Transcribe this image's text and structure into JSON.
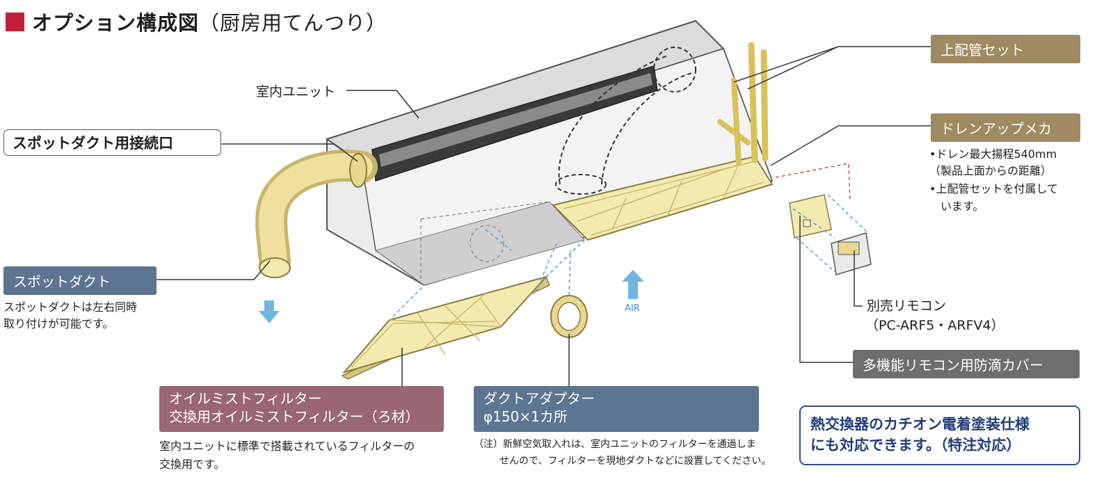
{
  "title": {
    "main": "オプション構成図",
    "sub": "（厨房用てんつり）"
  },
  "labels": {
    "indoor_unit": "室内ユニット",
    "spot_duct_connection": "スポットダクト用接続口",
    "air": "AIR"
  },
  "spot_duct": {
    "tag": "スポットダクト",
    "note_line1": "スポットダクトは左右同時",
    "note_line2": "取り付けが可能です。"
  },
  "upper_piping": {
    "tag": "上配管セット"
  },
  "drain_up": {
    "tag": "ドレンアップメカ",
    "note_line1": "•ドレン最大揚程540mm",
    "note_line2": "（製品上面からの距離）",
    "note_line3": "•上配管セットを付属して",
    "note_line4": "います。"
  },
  "remote": {
    "label_line1": "別売リモコン",
    "label_line2": "（PC-ARF5・ARFV4）",
    "cover_tag": "多機能リモコン用防滴カバー"
  },
  "oil_filter": {
    "tag_line1": "オイルミストフィルター",
    "tag_line2": "交換用オイルミストフィルター（ろ材）",
    "note_line1": "室内ユニットに標準で搭載されているフィルターの",
    "note_line2": "交換用です。"
  },
  "duct_adapter": {
    "tag_line1": "ダクトアダプター",
    "tag_line2": "φ150×1カ所",
    "note_line1": "（注）新鮮空気取入れは、室内ユニットのフィルターを通過しま",
    "note_line2": "せんので、フィルターを現地ダクトなどに設置してください。"
  },
  "special": {
    "line1": "熱交換器のカチオン電着塗装仕様",
    "line2": "にも対応できます。（特注対応）"
  },
  "colors": {
    "title_mark": "#c01f3a",
    "tag_brown": "#a08a61",
    "tag_slate": "#5c7590",
    "tag_gray": "#6e6e6e",
    "tag_mauve": "#9a6672",
    "filter_yellow": "#f4eab0",
    "arrow_blue": "#6fb6e3",
    "special_border": "#2f4e8a"
  }
}
